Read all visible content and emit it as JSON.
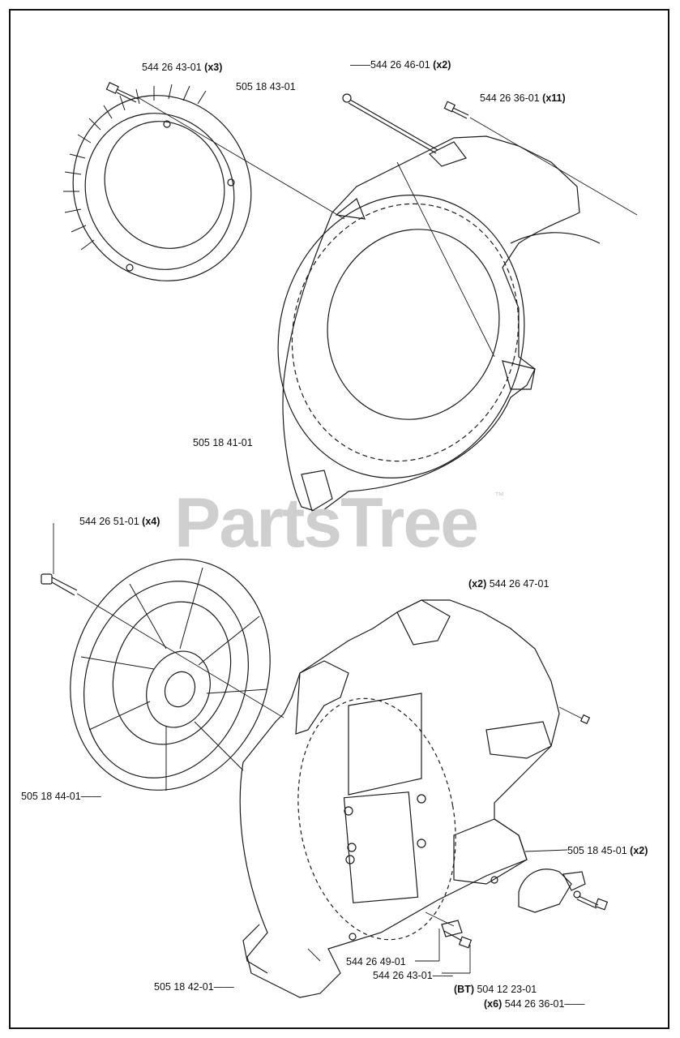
{
  "watermark": {
    "text": "PartsTree",
    "trademark": "™"
  },
  "labels": {
    "l1": {
      "num": "544 26 43-01",
      "qty": "(x3)"
    },
    "l2": {
      "num": "505 18 43-01",
      "qty": ""
    },
    "l3": {
      "num": "544 26 46-01",
      "qty": "(x2)"
    },
    "l4": {
      "num": "544 26 36-01",
      "qty": "(x11)"
    },
    "l5": {
      "num": "505 18 41-01",
      "qty": ""
    },
    "l6": {
      "num": "544 26 51-01",
      "qty": "(x4)"
    },
    "l7": {
      "num": "544 26 47-01",
      "qty": "(x2)"
    },
    "l8": {
      "num": "505 18 44-01",
      "qty": ""
    },
    "l9": {
      "num": "505 18 45-01",
      "qty": "(x2)"
    },
    "l10": {
      "num": "544 26 49-01",
      "qty": ""
    },
    "l11": {
      "num": "544 26 43-01",
      "qty": ""
    },
    "l12": {
      "num": "505 18 42-01",
      "qty": ""
    },
    "l13": {
      "num": "504 12 23-01",
      "qty": "(BT)"
    },
    "l14": {
      "num": "544 26 36-01",
      "qty": "(x6)"
    }
  }
}
